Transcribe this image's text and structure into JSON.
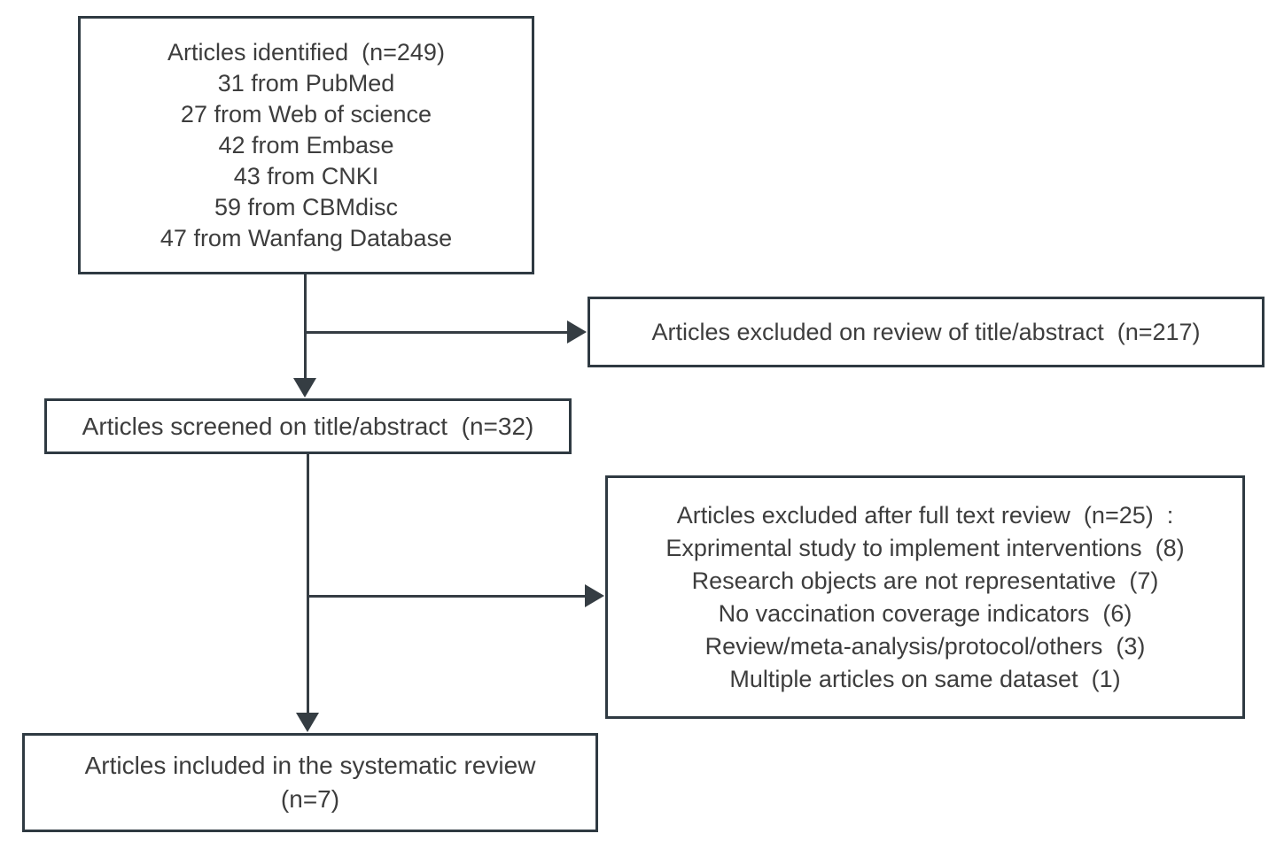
{
  "flowchart": {
    "identified": {
      "title": "Articles identified  (n=249)",
      "sources": [
        "31 from PubMed",
        "27 from Web of science",
        "42 from Embase",
        "43 from CNKI",
        "59 from CBMdisc",
        "47 from Wanfang Database"
      ]
    },
    "excluded_title_abstract": {
      "label": "Articles excluded on review of title/abstract  (n=217)"
    },
    "screened": {
      "label": "Articles screened on title/abstract  (n=32)"
    },
    "excluded_full_text": {
      "title": "Articles excluded after full text review  (n=25)  :",
      "reasons": [
        "Exprimental study to implement interventions  (8)",
        "Research objects are not representative  (7)",
        "No vaccination coverage indicators  (6)",
        "Review/meta-analysis/protocol/others  (3)",
        "Multiple articles on same dataset  (1)"
      ]
    },
    "included": {
      "line1": "Articles included in the systematic review",
      "line2": "(n=7)"
    }
  },
  "colors": {
    "border": "#2f3a42",
    "connector": "#353d43",
    "text": "#3d3d3d",
    "background": "#ffffff"
  }
}
